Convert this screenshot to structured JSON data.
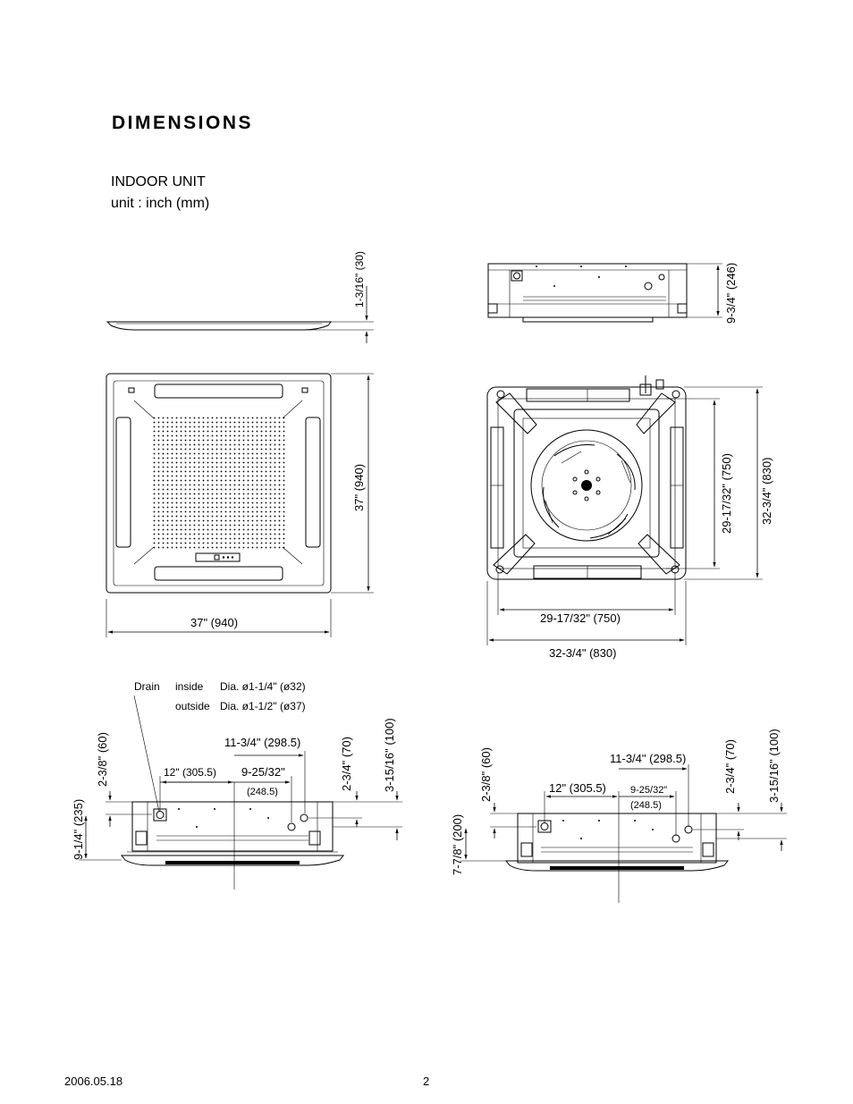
{
  "header": {
    "title": "DIMENSIONS",
    "section": "INDOOR UNIT",
    "unit_note": "unit : inch (mm)"
  },
  "footer": {
    "date": "2006.05.18",
    "page": "2"
  },
  "dims": {
    "panel_thickness": "1-3/16\"  (30)",
    "panel_height": "37\" (940)",
    "panel_width": "37\" (940)",
    "body_height": "9-3/4\"  (246)",
    "body_width_inner": "29-17/32\"  (750)",
    "body_width_outer": "32-3/4\"  (830)",
    "body_depth_inner": "29-17/32\"  (750)",
    "body_depth_outer": "32-3/4\"  (830)",
    "drain": "Drain",
    "inside": "inside",
    "outside": "outside",
    "dia_inside": "Dia.  ø1-1/4\" (ø32)",
    "dia_outside": "Dia.  ø1-1/2\" (ø37)",
    "l_2_3_8": "2-3/8\" (60)",
    "l_9_1_4": "9-1/4\"  (235)",
    "l_11_3_4": "11-3/4\"  (298.5)",
    "l_12": "12\" (305.5)",
    "l_9_25_32": "9-25/32\"",
    "l_248": "(248.5)",
    "l_2_3_4": "2-3/4\" (70)",
    "l_3_15_16": "3-15/16\" (100)",
    "r_2_3_8": "2-3/8\" (60)",
    "r_7_7_8": "7-7/8\"  (200)",
    "r_11_3_4": "11-3/4\"  (298.5)",
    "r_12": "12\" (305.5)",
    "r_9_25_32": "9-25/32\"",
    "r_248": "(248.5)",
    "r_2_3_4": "2-3/4\" (70)",
    "r_3_15_16": "3-15/16\" (100)"
  }
}
